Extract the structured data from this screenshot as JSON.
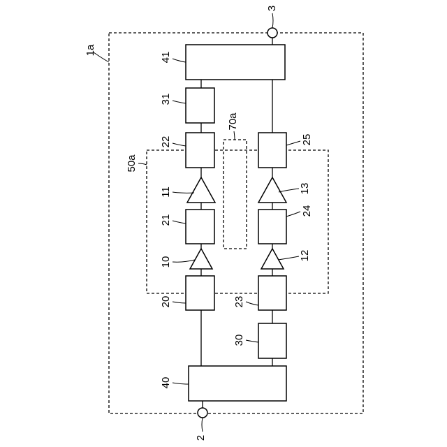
{
  "labels": {
    "module": "1a",
    "port_top": "3",
    "port_bottom": "2",
    "group_50": "50a",
    "group_70": "70a",
    "b41": "41",
    "b31": "31",
    "b22": "22",
    "a11": "11",
    "b21": "21",
    "a10": "10",
    "b20": "20",
    "b40": "40",
    "b25": "25",
    "a13": "13",
    "b24": "24",
    "a12": "12",
    "b23": "23",
    "b30": "30"
  }
}
